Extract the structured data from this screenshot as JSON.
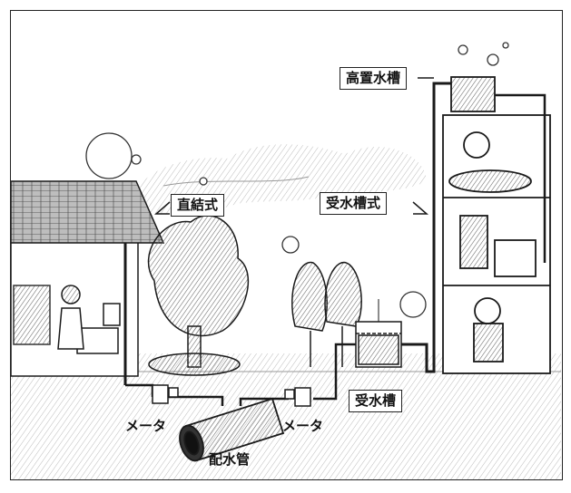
{
  "labels": {
    "direct": "直結式",
    "receiving_tank_type": "受水槽式",
    "elevated_tank": "高置水槽",
    "receiving_tank": "受水槽",
    "meter_left": "メータ",
    "meter_right": "メータ",
    "main_pipe": "配水管"
  },
  "colors": {
    "line": "#1a1a1a",
    "hatch": "#8a8a8a",
    "background": "#ffffff"
  }
}
